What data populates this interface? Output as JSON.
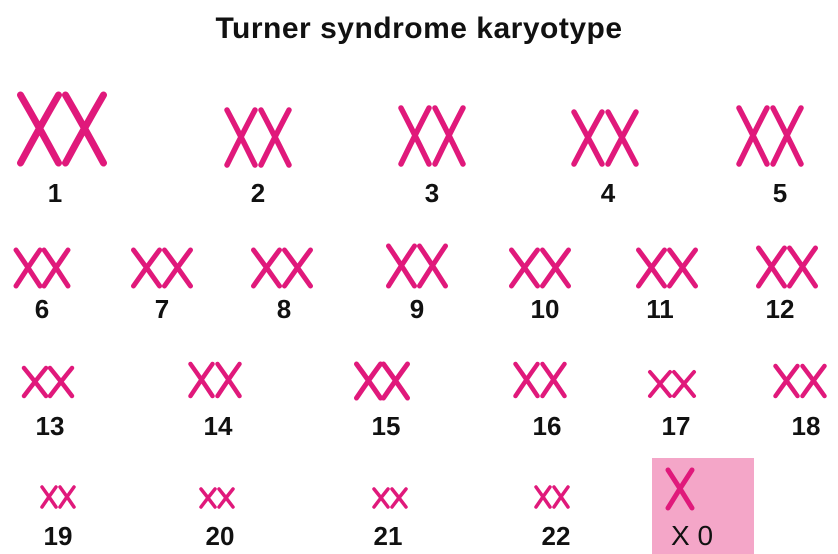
{
  "title": "Turner syndrome karyotype",
  "colors": {
    "chromosome": "#e0197b",
    "highlight_box": "#f4a6c8",
    "label": "#111111",
    "background": "#ffffff"
  },
  "chromosomes": [
    {
      "label": "1",
      "copies": 2
    },
    {
      "label": "2",
      "copies": 2
    },
    {
      "label": "3",
      "copies": 2
    },
    {
      "label": "4",
      "copies": 2
    },
    {
      "label": "5",
      "copies": 2
    },
    {
      "label": "6",
      "copies": 2
    },
    {
      "label": "7",
      "copies": 2
    },
    {
      "label": "8",
      "copies": 2
    },
    {
      "label": "9",
      "copies": 2
    },
    {
      "label": "10",
      "copies": 2
    },
    {
      "label": "11",
      "copies": 2
    },
    {
      "label": "12",
      "copies": 2
    },
    {
      "label": "13",
      "copies": 2
    },
    {
      "label": "14",
      "copies": 2
    },
    {
      "label": "15",
      "copies": 2
    },
    {
      "label": "16",
      "copies": 2
    },
    {
      "label": "17",
      "copies": 2
    },
    {
      "label": "18",
      "copies": 2
    },
    {
      "label": "19",
      "copies": 2
    },
    {
      "label": "20",
      "copies": 2
    },
    {
      "label": "21",
      "copies": 2
    },
    {
      "label": "22",
      "copies": 2
    },
    {
      "label": "X 0",
      "copies": 1,
      "highlighted": true
    }
  ]
}
